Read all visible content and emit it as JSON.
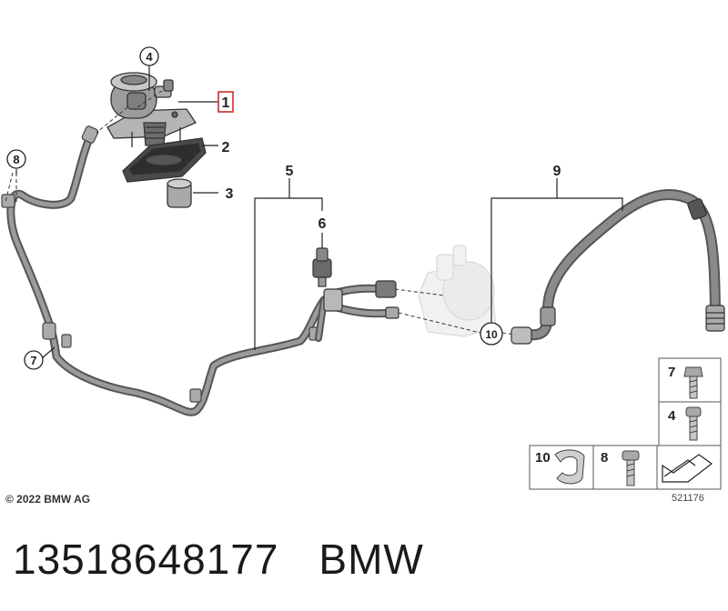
{
  "callouts": {
    "c1": "1",
    "c2": "2",
    "c3": "3",
    "c4": "4",
    "c5": "5",
    "c6": "6",
    "c7": "7",
    "c8": "8",
    "c9": "9",
    "c10": "10"
  },
  "legend": {
    "item7": "7",
    "item4": "4",
    "item10": "10",
    "item8": "8"
  },
  "copyright": "© 2022 BMW AG",
  "figure_number": "521176",
  "footer": {
    "part_number": "13518648177",
    "brand": "BMW"
  },
  "colors": {
    "highlight": "#d42a2a",
    "pipe": "#6c6c6c",
    "line": "#333333"
  }
}
